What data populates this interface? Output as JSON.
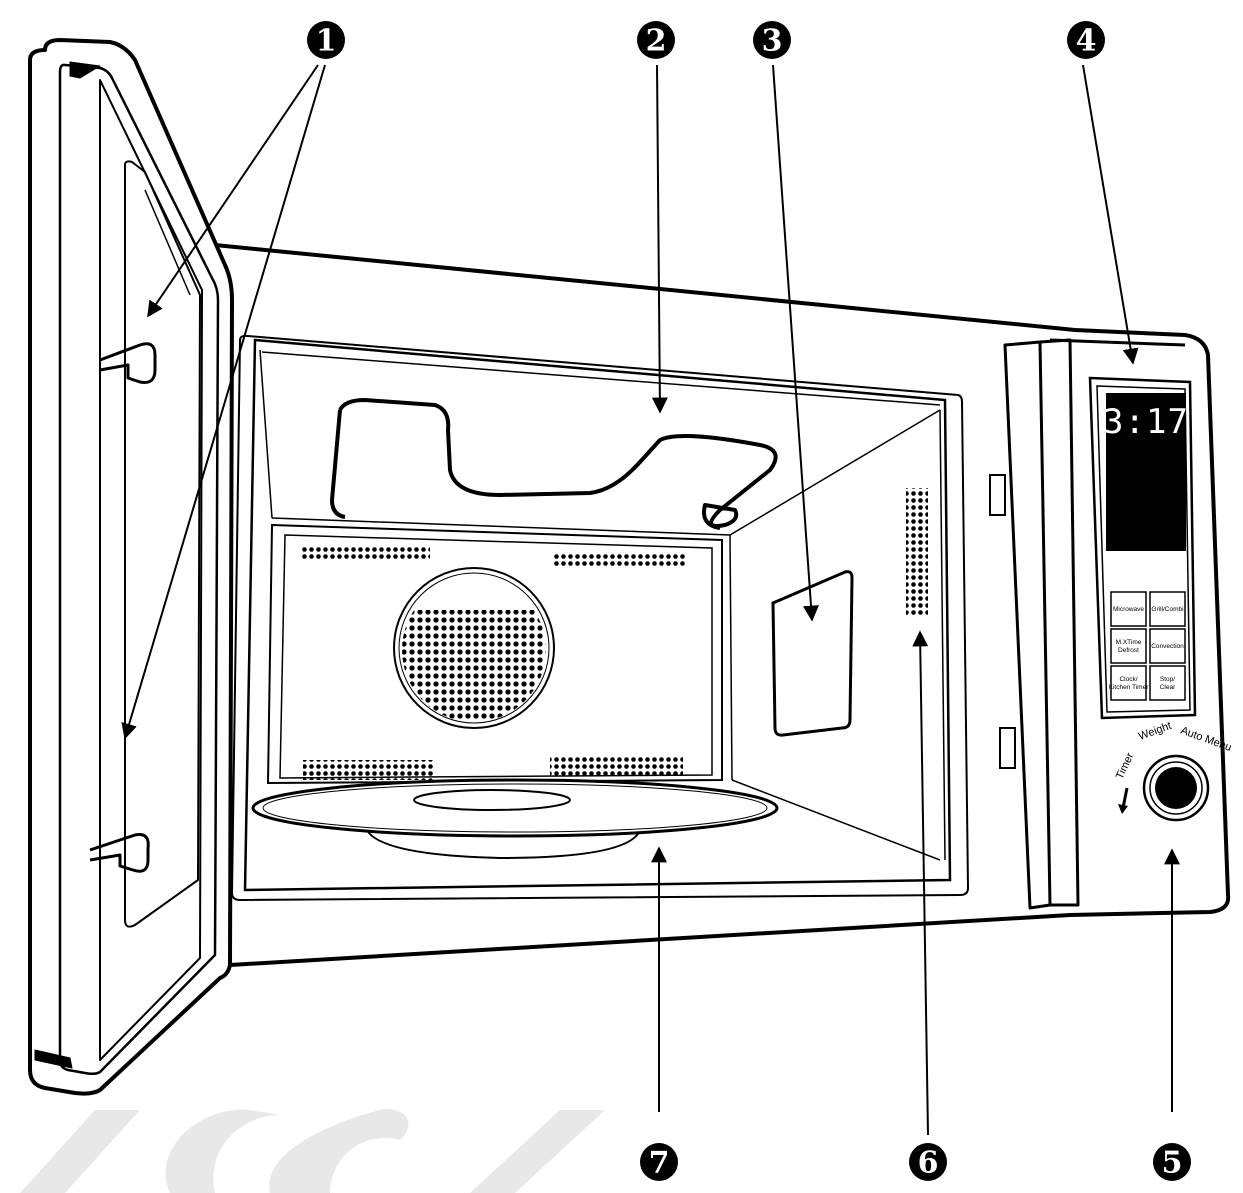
{
  "colors": {
    "line": "#000000",
    "background": "#ffffff",
    "watermark": "#e6e6e6",
    "display": "#000000"
  },
  "callouts": [
    {
      "number": "1",
      "icon": "filled-circle-number-1"
    },
    {
      "number": "2",
      "icon": "filled-circle-number-2"
    },
    {
      "number": "3",
      "icon": "filled-circle-number-3"
    },
    {
      "number": "4",
      "icon": "filled-circle-number-4"
    },
    {
      "number": "5",
      "icon": "filled-circle-number-5"
    },
    {
      "number": "6",
      "icon": "filled-circle-number-6"
    },
    {
      "number": "7",
      "icon": "filled-circle-number-7"
    }
  ],
  "control_panel": {
    "display_time": "3:17",
    "buttons": [
      {
        "line1": "Microwave",
        "line2": ""
      },
      {
        "line1": "Grill/Combi",
        "line2": ""
      },
      {
        "line1": "M.XTime",
        "line2": "Defrost"
      },
      {
        "line1": "Convection",
        "line2": ""
      },
      {
        "line1": "Clock/",
        "line2": "Kitchen Timer"
      },
      {
        "line1": "Stop/",
        "line2": "Clear"
      }
    ],
    "dial_labels": {
      "timer": "Timer",
      "weight": "Weight",
      "auto_menu": "Auto Menu"
    }
  }
}
